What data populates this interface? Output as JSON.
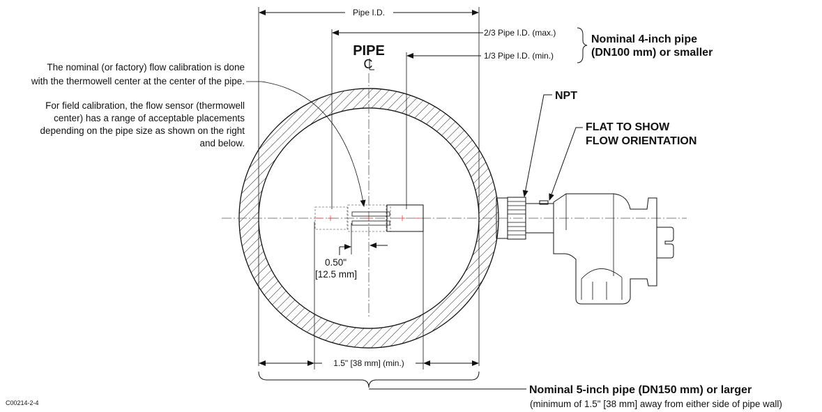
{
  "dims": {
    "pipe_id": "Pipe I.D.",
    "two_thirds": "2/3 Pipe I.D. (max.)",
    "one_third": "1/3 Pipe I.D. (min.)",
    "offset_in": "0.50\"",
    "offset_mm": "[12.5 mm]",
    "wall_min": "1.5\" [38 mm] (min.)"
  },
  "pipe_label": "PIPE",
  "centerline_symbol": "CL",
  "small_pipe": {
    "line1": "Nominal 4-inch pipe",
    "line2": "(DN100 mm) or smaller"
  },
  "large_pipe": {
    "line1": "Nominal 5-inch pipe (DN150 mm) or larger",
    "line2": "(minimum of 1.5\" [38 mm] away from either side of pipe wall)"
  },
  "callouts": {
    "npt": "NPT",
    "flat_line1": "FLAT TO SHOW",
    "flat_line2": "FLOW ORIENTATION"
  },
  "notes": {
    "calib_1": "The nominal (or factory) flow calibration is done",
    "calib_2": "with the thermowell center at the center of the pipe.",
    "field_1": "For field calibration, the flow sensor (thermowell",
    "field_2": "center) has a range of acceptable placements",
    "field_3": "depending on the pipe size as shown on the right",
    "field_4": "and below."
  },
  "figure_id": "C00214-2-4"
}
